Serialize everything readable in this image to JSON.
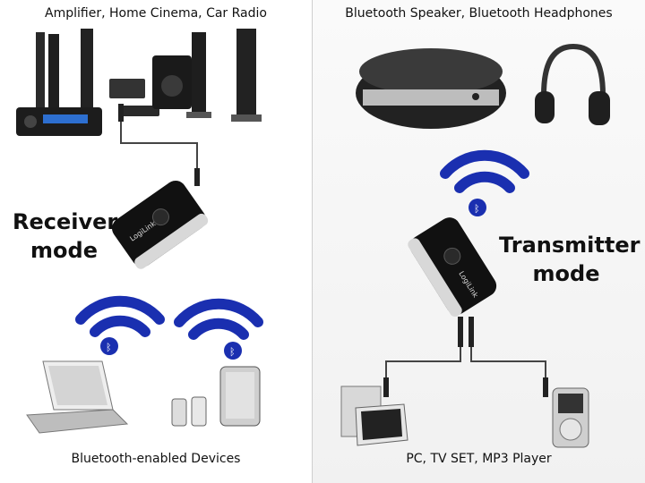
{
  "left": {
    "top_caption": "Amplifier, Home Cinema, Car Radio",
    "mode_label_line1": "Receiver",
    "mode_label_line2": "mode",
    "bottom_caption": "Bluetooth-enabled Devices",
    "device_brand": "LogiLink"
  },
  "right": {
    "top_caption": "Bluetooth Speaker, Bluetooth Headphones",
    "mode_label_line1": "Transmitter",
    "mode_label_line2": "mode",
    "bottom_caption": "PC, TV SET, MP3 Player",
    "device_brand": "LogiLink"
  },
  "colors": {
    "wifi_blue": "#1a2fb0",
    "device_black": "#111111",
    "divider": "#cfcfcf"
  }
}
